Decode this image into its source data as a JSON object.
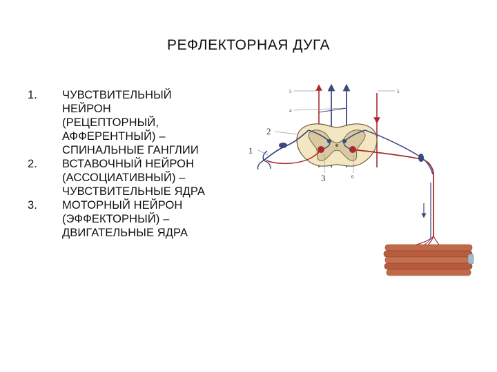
{
  "slide": {
    "title": "РЕФЛЕКТОРНАЯ ДУГА"
  },
  "points": [
    {
      "num": "1.",
      "text": "ЧУВСТВИТЕЛЬНЫЙ\nНЕЙРОН\n(РЕЦЕПТОРНЫЙ,\nАФФЕРЕНТНЫЙ) –\nСПИНАЛЬНЫЕ ГАНГЛИИ"
    },
    {
      "num": "2.",
      "text": "ВСТАВОЧНЫЙ НЕЙРОН\n(АССОЦИАТИВНЫЙ) –\nЧУВСТВИТЕЛЬНЫЕ ЯДРА"
    },
    {
      "num": "3.",
      "text": "МОТОРНЫЙ НЕЙРОН\n(ЭФФЕКТОРНЫЙ) –\nДВИГАТЕЛЬНЫЕ ЯДРА"
    }
  ],
  "diagram": {
    "labels": {
      "l1": "1",
      "l2": "2",
      "l3": "3",
      "l4": "4",
      "l5_left": "5",
      "l5_right": "5",
      "l6": "6"
    },
    "colors": {
      "grey_matter": "#d8c9a0",
      "white_matter": "#f3e6c2",
      "afferent": "#4a4f8c",
      "efferent": "#a82a2a",
      "muscle": "#c06a4a"
    }
  }
}
